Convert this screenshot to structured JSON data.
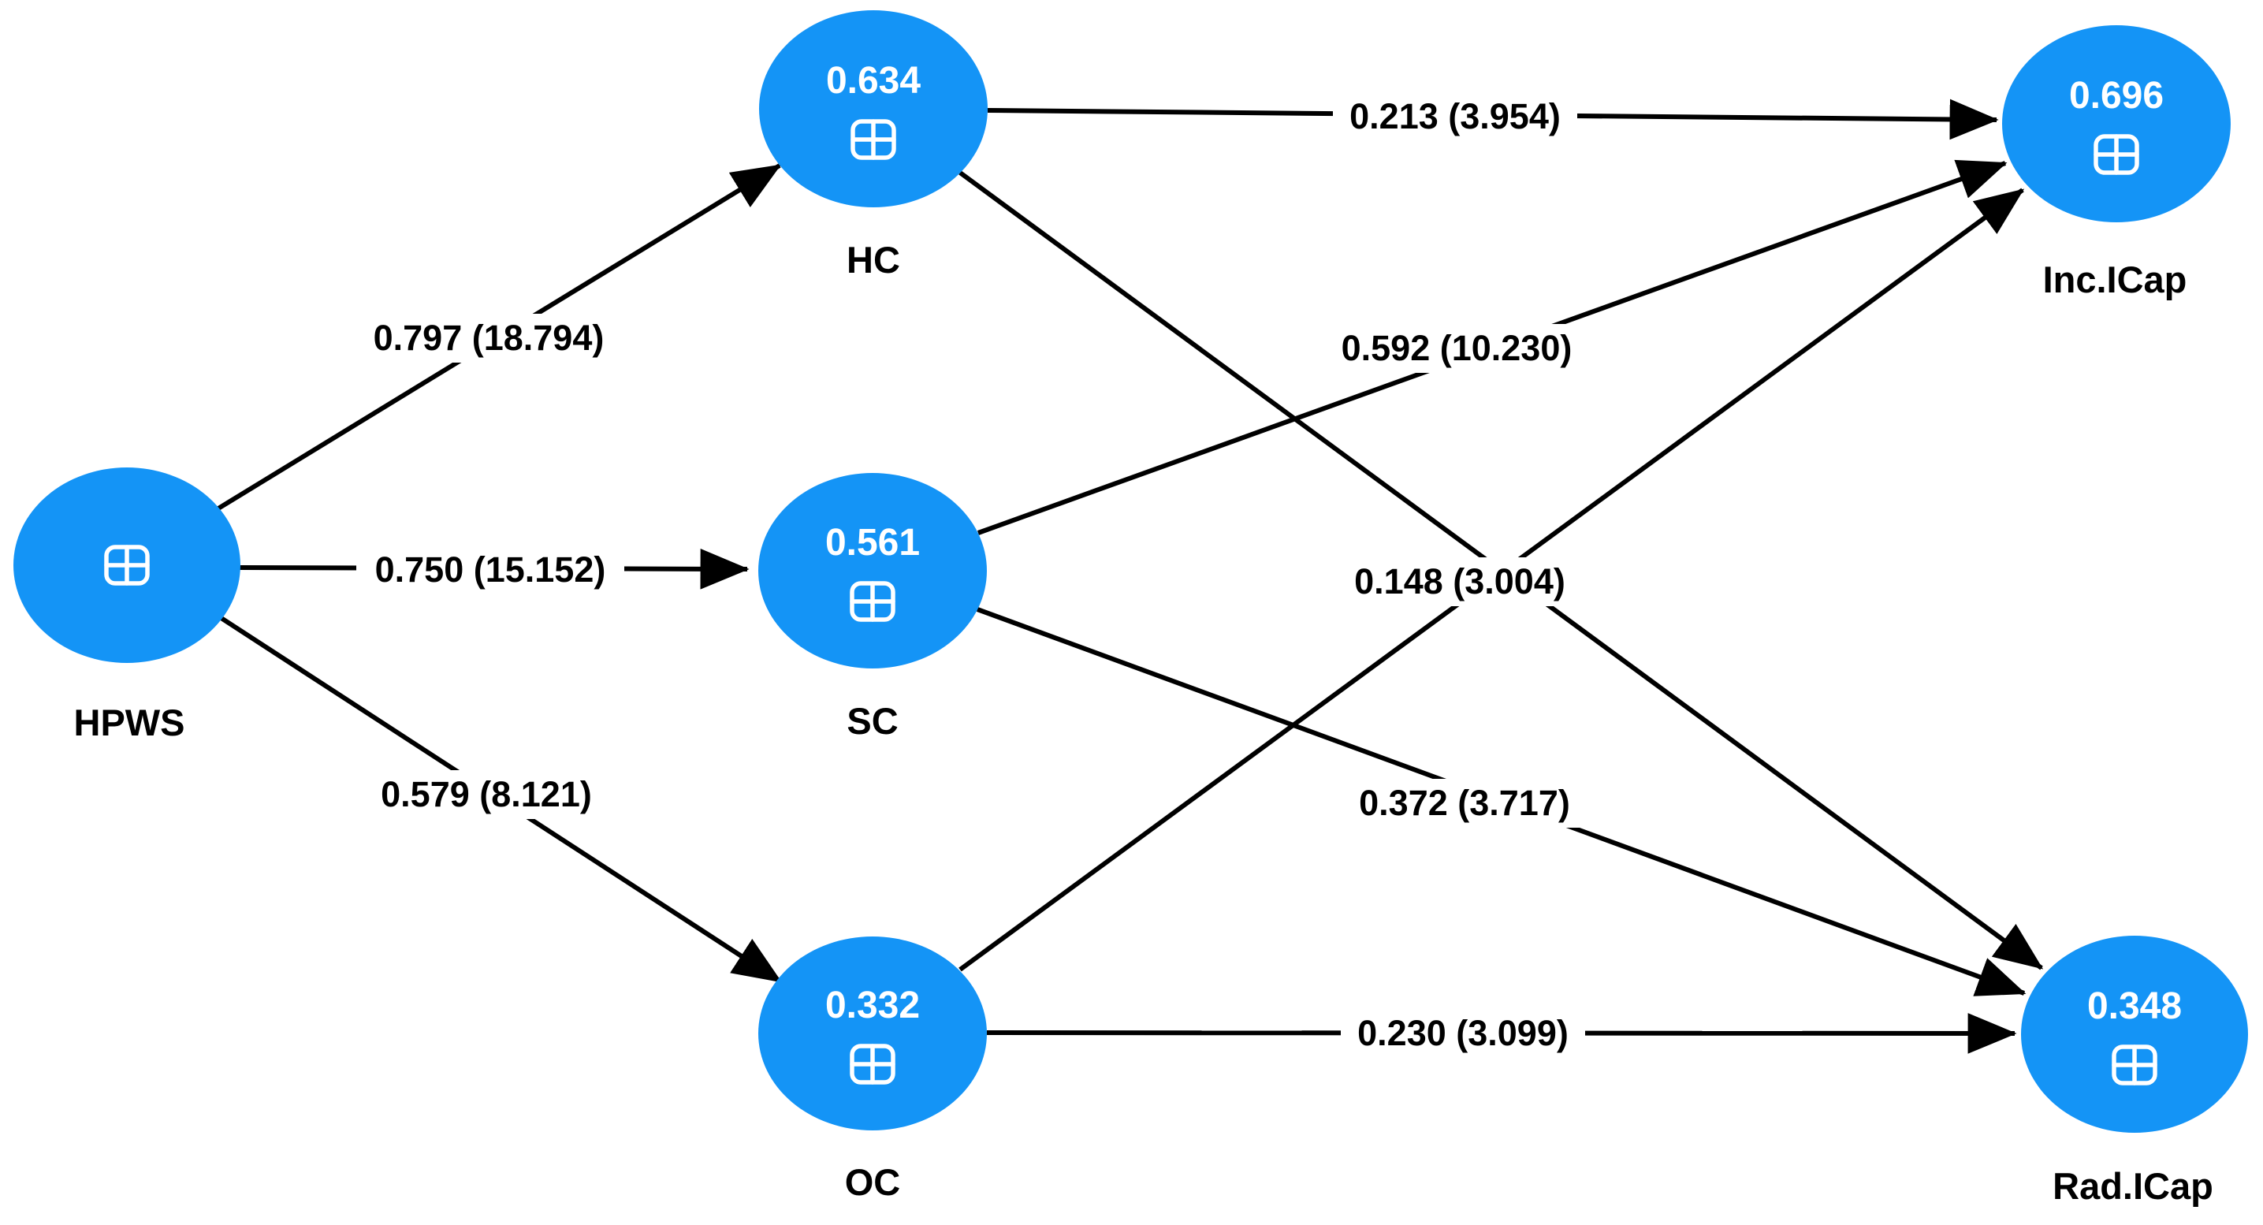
{
  "diagram": {
    "type": "sem-path-model",
    "colors": {
      "node_fill": "#1494f6",
      "node_value_text": "#ffffff",
      "node_label_text": "#000000",
      "edge": "#000000",
      "edge_label_text": "#000000",
      "background": "#ffffff"
    },
    "icons": {
      "node_expand_icon": "boxed-plus"
    },
    "nodes": [
      {
        "id": "HPWS",
        "label": "HPWS",
        "r2": ""
      },
      {
        "id": "HC",
        "label": "HC",
        "r2": "0.634"
      },
      {
        "id": "SC",
        "label": "SC",
        "r2": "0.561"
      },
      {
        "id": "OC",
        "label": "OC",
        "r2": "0.332"
      },
      {
        "id": "IncICap",
        "label": "Inc.ICap",
        "r2": "0.696"
      },
      {
        "id": "RadICap",
        "label": "Rad.ICap",
        "r2": "0.348"
      }
    ],
    "edges": [
      {
        "from": "HPWS",
        "to": "HC",
        "label": "0.797 (18.794)"
      },
      {
        "from": "HPWS",
        "to": "SC",
        "label": "0.750 (15.152)"
      },
      {
        "from": "HPWS",
        "to": "OC",
        "label": "0.579 (8.121)"
      },
      {
        "from": "HC",
        "to": "IncICap",
        "label": "0.213 (3.954)"
      },
      {
        "from": "SC",
        "to": "IncICap",
        "label": "0.592 (10.230)"
      },
      {
        "from": "OC",
        "to": "IncICap",
        "label": "0.148 (3.004)"
      },
      {
        "from": "HC",
        "to": "RadICap",
        "label": ""
      },
      {
        "from": "SC",
        "to": "RadICap",
        "label": "0.372 (3.717)"
      },
      {
        "from": "OC",
        "to": "RadICap",
        "label": "0.230 (3.099)"
      }
    ]
  }
}
